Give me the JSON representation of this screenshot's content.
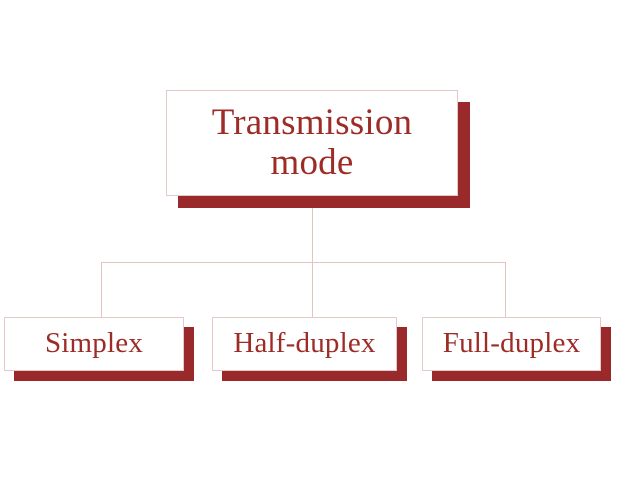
{
  "diagram": {
    "title": "Transmission mode",
    "colors": {
      "text": "#9d2b26",
      "shadow": "#99292a",
      "border": "#e6c9c6",
      "connector": "#e3c4c1",
      "background": "#ffffff"
    },
    "root": {
      "label": "Transmission\nmode"
    },
    "children": [
      {
        "label": "Simplex"
      },
      {
        "label": "Half-duplex"
      },
      {
        "label": "Full-duplex"
      }
    ]
  }
}
